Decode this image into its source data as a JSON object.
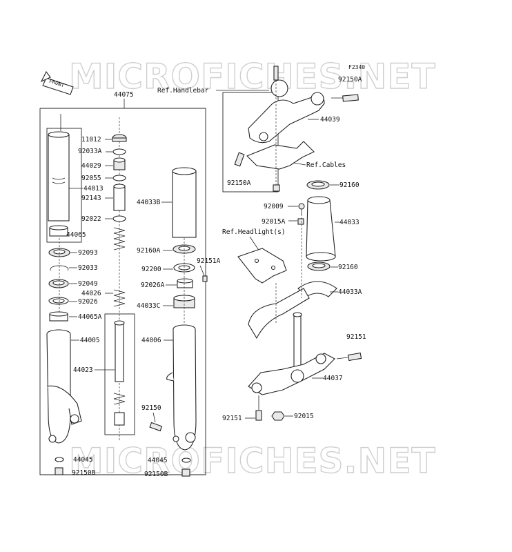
{
  "watermark": {
    "text": "MICROFICHES.NET"
  },
  "figure_code": "F2340",
  "front_arrow": "FRONT",
  "references": {
    "handlebar": "Ref.Handlebar",
    "cables": "Ref.Cables",
    "headlight": "Ref.Headlight(s)"
  },
  "parts": {
    "assembly": "44075",
    "p11012": "11012",
    "p92033A": "92033A",
    "p44029": "44029",
    "p92055": "92055",
    "p44013": "44013",
    "p92143": "92143",
    "p92022": "92022",
    "p44065": "44065",
    "p92093": "92093",
    "p92033": "92033",
    "p92049": "92049",
    "p44026": "44026",
    "p92026": "92026",
    "p44065A": "44065A",
    "p44005": "44005",
    "p44023": "44023",
    "p44045_left": "44045",
    "p92150B_left": "92150B",
    "p44033B": "44033B",
    "p92160A": "92160A",
    "p92151A": "92151A",
    "p92200": "92200",
    "p92026A": "92026A",
    "p44033C": "44033C",
    "p44006": "44006",
    "p92150": "92150",
    "p44045_right": "44045",
    "p92150B_right": "92150B",
    "p92150A_top": "92150A",
    "p44039": "44039",
    "p92150A_left": "92150A",
    "p92160_top": "92160",
    "p92009": "92009",
    "p92015A": "92015A",
    "p44033": "44033",
    "p92160_mid": "92160",
    "p44033A": "44033A",
    "p92151": "92151",
    "p44037": "44037",
    "p92151_bottom": "92151",
    "p92015": "92015"
  }
}
